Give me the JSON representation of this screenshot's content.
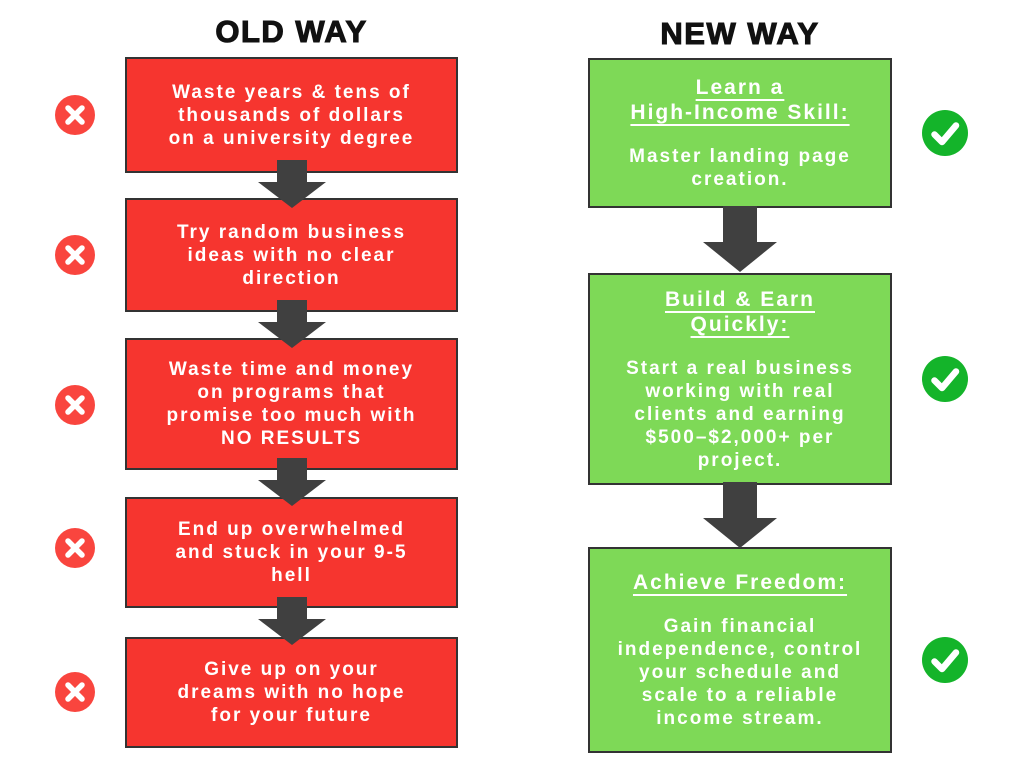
{
  "colors": {
    "background": "#ffffff",
    "box_red": "#f6352f",
    "icon_red": "#f9453e",
    "box_green": "#7ed957",
    "icon_green": "#14b42a",
    "arrow_gray": "#404040",
    "box_border": "#333333",
    "title_text": "#111111",
    "box_text": "#ffffff"
  },
  "old_way": {
    "title": "OLD WAY",
    "steps": [
      {
        "icon": "cross-circle",
        "text": "Waste years & tens of\nthousands of dollars\non a university degree"
      },
      {
        "icon": "cross-circle",
        "text": "Try random business\nideas with no clear\ndirection"
      },
      {
        "icon": "cross-circle",
        "text": "Waste time and money\non programs that\npromise too much with\nNO RESULTS"
      },
      {
        "icon": "cross-circle",
        "text": "End up overwhelmed\nand stuck in your 9-5\nhell"
      },
      {
        "icon": "cross-circle",
        "text": "Give up on your\ndreams with no hope\nfor your future"
      }
    ]
  },
  "new_way": {
    "title": "NEW WAY",
    "steps": [
      {
        "icon": "check-circle",
        "heading": "Learn a\nHigh-Income Skill:",
        "body": "Master landing page\ncreation."
      },
      {
        "icon": "check-circle",
        "heading": "Build & Earn\nQuickly:",
        "body": "Start a real business\nworking with real\nclients and earning\n$500–$2,000+ per\nproject."
      },
      {
        "icon": "check-circle",
        "heading": "Achieve Freedom:",
        "body": "Gain financial\nindependence, control\nyour schedule and\nscale to a reliable\nincome stream."
      }
    ]
  }
}
